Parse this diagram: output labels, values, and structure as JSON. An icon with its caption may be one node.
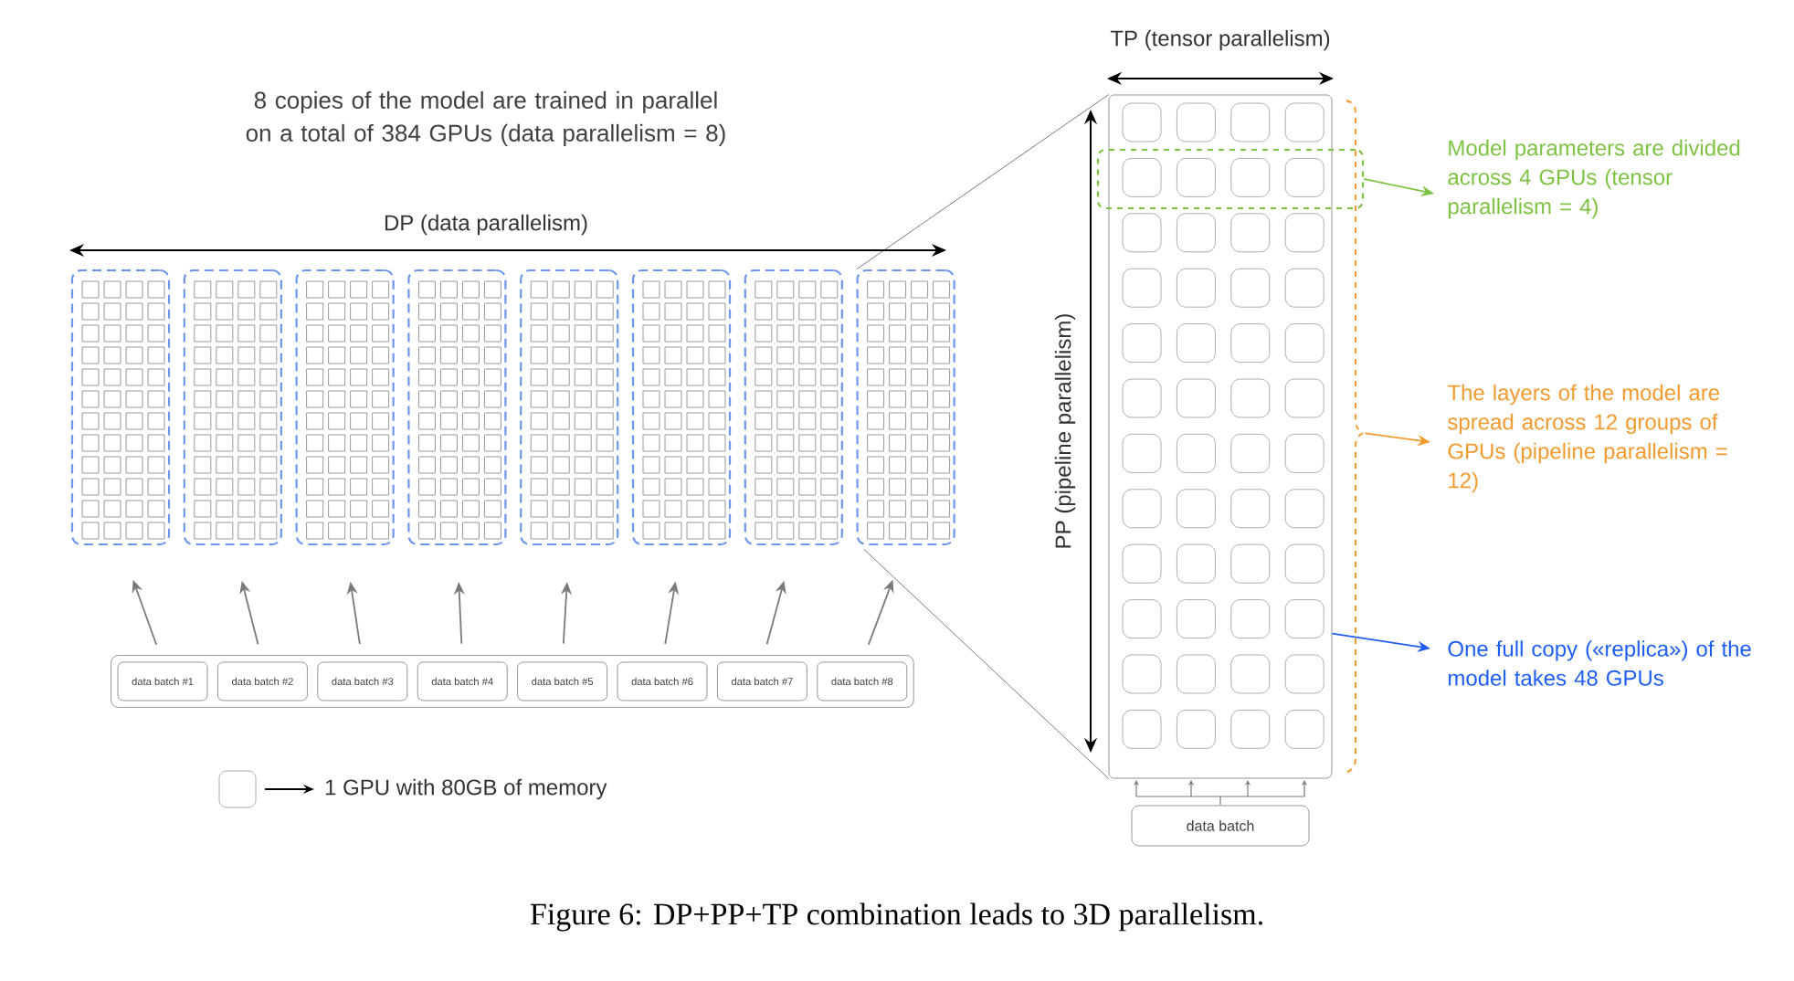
{
  "diagram": {
    "caption": "Figure 6: DP+PP+TP combination leads to 3D parallelism.",
    "nodes": [
      {
        "text": [],
        "shape": "box"
      },
      {
        "text": [],
        "shape": "box"
      },
      {
        "text": [],
        "shape": "box"
      },
      {
        "text": [],
        "shape": "box"
      },
      {
        "text": [],
        "shape": "box"
      },
      {
        "text": [],
        "shape": "box"
      },
      {
        "text": [],
        "shape": "box"
      },
      {
        "text": [],
        "shape": "box"
      },
      {
        "text": [],
        "shape": "box"
      },
      {
        "text": [
          "data batch #1"
        ],
        "in": 8
      },
      {
        "text": [
          "data batch #2"
        ],
        "in": 8
      },
      {
        "text": [
          "data batch #3"
        ],
        "in": 8
      },
      {
        "text": [
          "data batch #4"
        ],
        "in": 8
      },
      {
        "text": [
          "data batch #5"
        ],
        "in": 8
      },
      {
        "text": [
          "data batch #6"
        ],
        "in": 8
      },
      {
        "text": [
          "data batch #7"
        ],
        "in": 8
      },
      {
        "text": [
          "data batch #8"
        ],
        "in": 8
      },
      {
        "text": [],
        "shape": "box"
      },
      {
        "text": [],
        "shape": "box"
      },
      {
        "text": [],
        "shape": "bracket"
      },
      {
        "text": [
          "Model parameters are divided across 4 GPUs (tensor parallelism = 4)"
        ]
      },
      {
        "text": [
          "The layers of the model are spread across 12 groups of GPUs (pipeline parallelism = 12)"
        ]
      },
      {
        "text": [
          "One full copy («replica») of the model takes 48 GPUs"
        ]
      },
      {
        "text": [
          "data batch"
        ]
      }
    ],
    "edges": [
      {
        "from": 9,
        "to": 0,
        "arrow": "to"
      },
      {
        "from": 10,
        "to": 1,
        "arrow": "to"
      },
      {
        "from": 11,
        "to": 2,
        "arrow": "to"
      },
      {
        "from": 12,
        "to": 3,
        "arrow": "to"
      },
      {
        "from": 13,
        "to": 4,
        "arrow": "to"
      },
      {
        "from": 14,
        "to": 5,
        "arrow": "to"
      },
      {
        "from": 15,
        "to": 6,
        "arrow": "to"
      },
      {
        "from": 16,
        "to": 7,
        "arrow": "to"
      },
      {
        "from": 7,
        "to": 17,
        "arrow": "none"
      },
      {
        "from": 7,
        "to": 17,
        "arrow": "none"
      },
      {
        "from": 18,
        "to": 20,
        "arrow": "to",
        "color": "#7dc242"
      },
      {
        "from": 19,
        "to": 21,
        "arrow": "to",
        "color": "#f39a2e"
      },
      {
        "from": 17,
        "to": 22,
        "arrow": "to",
        "color": "#1e5ef5"
      },
      {
        "from": 23,
        "to": 17,
        "arrow": "to"
      }
    ],
    "labels": [
      "8 copies of the model are trained in parallel on a total of 384 GPUs (data parallelism = 8)",
      "DP (data parallelism)",
      "TP (tensor parallelism)",
      "PP (pipeline parallelism)"
    ],
    "legend": [
      {
        "text": "1 GPU with 80GB of memory"
      }
    ]
  }
}
